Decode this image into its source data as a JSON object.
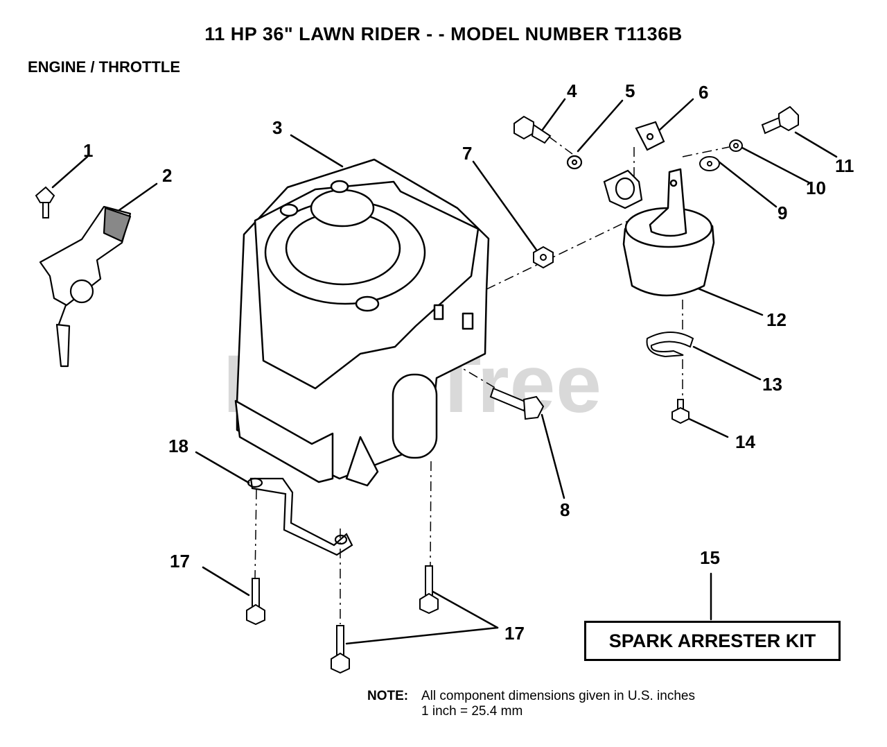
{
  "header": {
    "title": "11 HP 36\" LAWN RIDER - - MODEL NUMBER T1136B",
    "section": "ENGINE / THROTTLE"
  },
  "watermark": "PartsTree",
  "callouts": [
    "1",
    "2",
    "3",
    "4",
    "5",
    "6",
    "7",
    "8",
    "9",
    "10",
    "11",
    "12",
    "13",
    "14",
    "15",
    "17",
    "17",
    "18"
  ],
  "kit_label": "SPARK ARRESTER KIT",
  "note": {
    "label": "NOTE:",
    "line1": "All component dimensions given in U.S. inches",
    "line2": "1 inch = 25.4 mm"
  }
}
